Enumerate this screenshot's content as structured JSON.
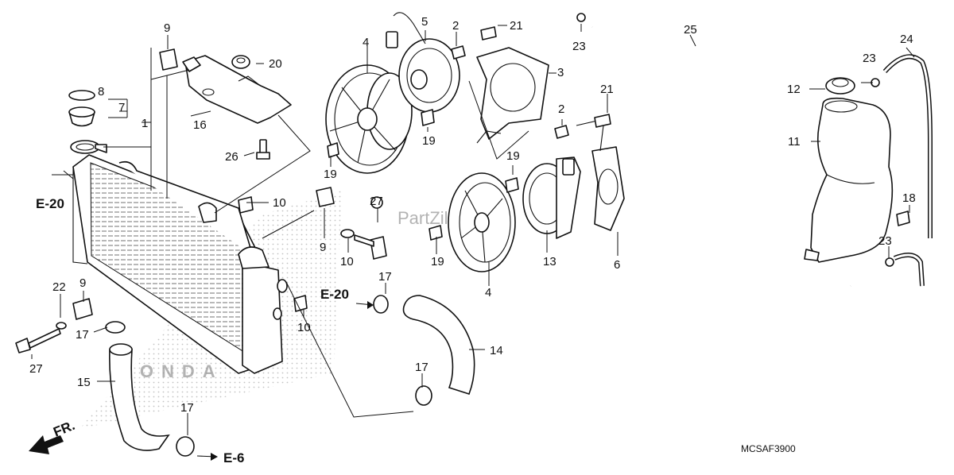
{
  "diagram": {
    "callouts": [
      "1",
      "2",
      "2",
      "3",
      "4",
      "4",
      "5",
      "6",
      "7",
      "8",
      "9",
      "9",
      "9",
      "10",
      "10",
      "10",
      "11",
      "12",
      "13",
      "14",
      "15",
      "16",
      "17",
      "17",
      "17",
      "17",
      "18",
      "19",
      "19",
      "19",
      "19",
      "20",
      "21",
      "21",
      "22",
      "23",
      "23",
      "23",
      "24",
      "25",
      "26",
      "27",
      "27"
    ],
    "section_refs": [
      "E-20",
      "E-20",
      "E-6"
    ],
    "front_indicator": "FR.",
    "diagram_code": "MCSAF3900",
    "watermark_brand": "HONDA",
    "watermark_site": "PartZilla.com"
  },
  "colors": {
    "line": "#111111",
    "background": "#ffffff",
    "watermark": "#9a9a9a"
  }
}
